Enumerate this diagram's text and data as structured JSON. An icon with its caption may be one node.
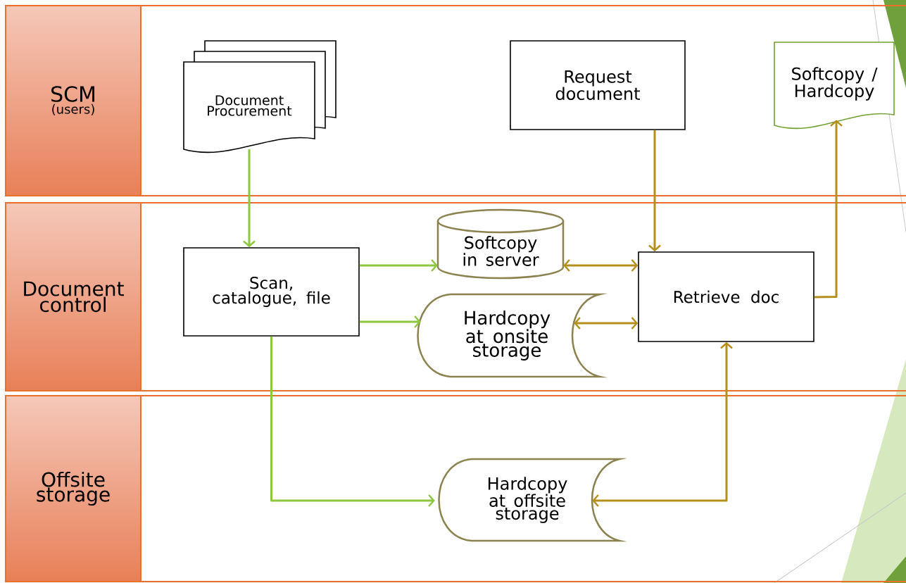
{
  "diagram": {
    "nodes": [
      {
        "text": [
          "SCM",
          "(users)"
        ]
      },
      {
        "text": [
          "Document control"
        ]
      },
      {
        "text": [
          "Offsite storage"
        ]
      },
      {
        "text": [
          "Document Procurement"
        ]
      },
      {
        "text": [
          "Request document"
        ]
      },
      {
        "text": [
          "Softcopy / Hardcopy"
        ]
      },
      {
        "text": [
          "Scan, catalogue, file"
        ]
      },
      {
        "text": [
          "Softcopy in server"
        ]
      },
      {
        "text": [
          "Hardcopy at onsite storage"
        ]
      },
      {
        "text": [
          "Retrieve doc"
        ]
      },
      {
        "text": [
          "Hardcopy at offsite storage"
        ]
      }
    ],
    "edges": [
      {
        "from": 3,
        "to": 6,
        "arrow": "to",
        "color": "#8dc63f"
      },
      {
        "from": 6,
        "to": 7,
        "arrow": "to",
        "color": "#8dc63f"
      },
      {
        "from": 6,
        "to": 8,
        "arrow": "to",
        "color": "#8dc63f"
      },
      {
        "from": 6,
        "to": 10,
        "arrow": "to",
        "color": "#8dc63f"
      },
      {
        "from": 4,
        "to": 9,
        "arrow": "to"
      },
      {
        "from": 7,
        "to": 9,
        "arrow": "both"
      },
      {
        "from": 8,
        "to": 9,
        "arrow": "both"
      },
      {
        "from": 9,
        "to": 5,
        "arrow": "to"
      },
      {
        "from": 9,
        "to": 10,
        "arrow": "both"
      }
    ]
  }
}
